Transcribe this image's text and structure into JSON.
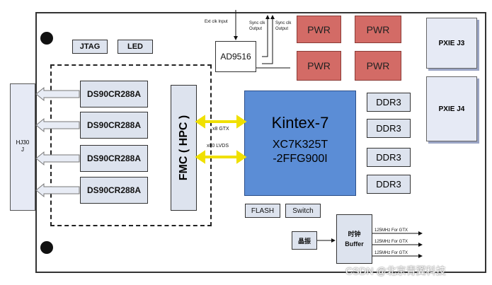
{
  "connectors": {
    "left": "HJ30\nJ",
    "pxie_j3": "PXIE J3",
    "pxie_j4": "PXIE J4"
  },
  "top_labels": {
    "jtag": "JTAG",
    "led": "LED",
    "ad9516": "AD9516",
    "ext_clk": "Ext clk Input",
    "sync1": "Sync clk Output",
    "sync2": "Sync clk Output"
  },
  "ds_chips": [
    "DS90CR288A",
    "DS90CR288A",
    "DS90CR288A",
    "DS90CR288A"
  ],
  "fmc": "FMC ( HPC )",
  "links": {
    "gtx": "x8 GTX",
    "lvds": "x80 LVDS"
  },
  "fpga": {
    "name": "Kintex-7",
    "part1": "XC7K325T",
    "part2": "-2FFG900I"
  },
  "pwr": [
    "PWR",
    "PWR",
    "PWR",
    "PWR"
  ],
  "ddr": [
    "DDR3",
    "DDR3",
    "DDR3",
    "DDR3"
  ],
  "bottom": {
    "flash": "FLASH",
    "switch": "Switch",
    "crystal": "晶振",
    "clock_buffer": "时钟\nBuffer",
    "gtx_clk": [
      "125MHz For GTX",
      "125MHz For GTX",
      "125MHz For GTX"
    ]
  },
  "watermark": "CSDN @北京青翼科技",
  "colors": {
    "pwr": "#d36b66",
    "fpga": "#5b8dd6",
    "link_arrow": "#f0e000",
    "box_fill": "#dde3ee"
  }
}
